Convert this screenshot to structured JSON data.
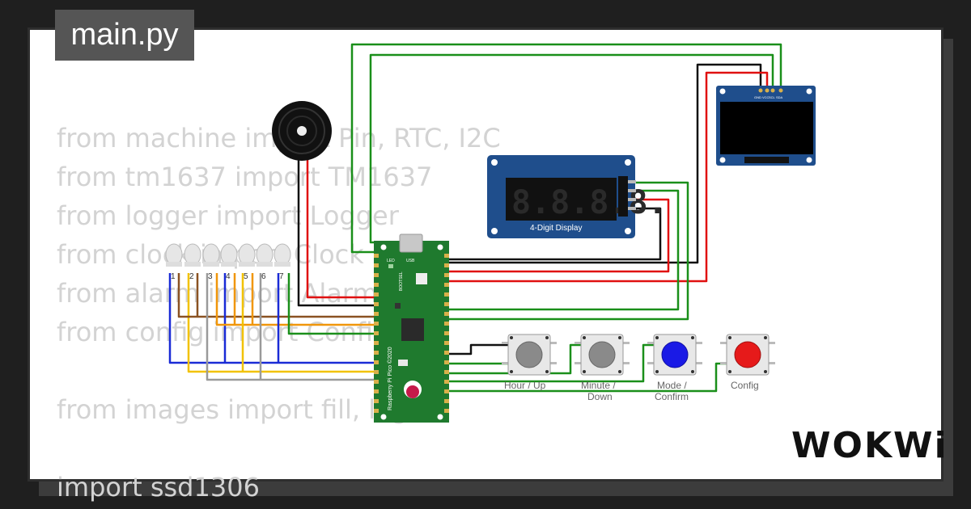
{
  "tab": {
    "filename": "main.py"
  },
  "code_lines": [
    "from machine import Pin, RTC, I2C",
    "from tm1637 import TM1637",
    "from logger import Logger",
    "from clock import Clock",
    "from alarm import Alarm",
    "from config import Config",
    "",
    "from images import fill, logo",
    "",
    "import ssd1306"
  ],
  "display": {
    "caption": "4-Digit Display",
    "digits": "8.8.8.8."
  },
  "oled": {
    "pins": [
      "GND",
      "VCC",
      "SCL",
      "SDA"
    ]
  },
  "pico": {
    "board_label": "Raspberry Pi Pico ©2020",
    "usb_label": "USB",
    "led_label": "LED",
    "bootsel_label": "BOOTSEL"
  },
  "leds": {
    "labels": [
      "1",
      "2",
      "3",
      "4",
      "5",
      "6",
      "7"
    ]
  },
  "buttons": [
    {
      "label_line1": "Hour / Up",
      "label_line2": "",
      "color": "#8a8a8a"
    },
    {
      "label_line1": "Minute /",
      "label_line2": "Down",
      "color": "#8a8a8a"
    },
    {
      "label_line1": "Mode /",
      "label_line2": "Confirm",
      "color": "#1a1ae6"
    },
    {
      "label_line1": "Config",
      "label_line2": "",
      "color": "#e61a1a"
    }
  ],
  "brand": {
    "logo_text": "WOKWi"
  },
  "colors": {
    "wire_green": "#1a8f1a",
    "wire_red": "#e01010",
    "wire_black": "#111111",
    "wire_yellow": "#f2c200",
    "wire_blue": "#1a2bd6",
    "wire_brown": "#8a5222",
    "wire_gray": "#9a9a9a",
    "wire_orange": "#f0960a",
    "pcb_green": "#1f7a2e",
    "module_blue": "#1f4e8c"
  }
}
